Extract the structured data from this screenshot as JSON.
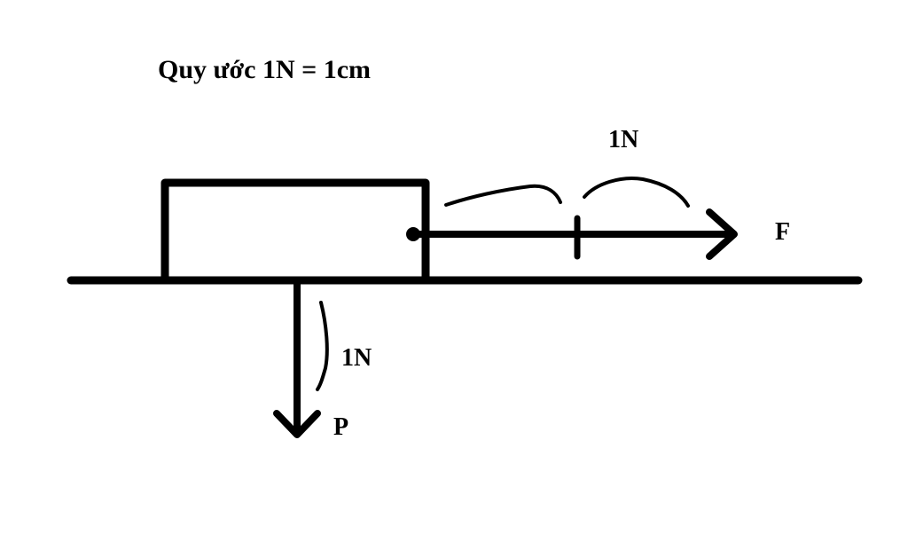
{
  "title": "Quy ước 1N = 1cm",
  "labels": {
    "force_f": "F",
    "force_p": "P",
    "unit_f": "1N",
    "unit_p": "1N"
  },
  "colors": {
    "ink": "#000000",
    "background": "#ffffff"
  },
  "forces": {
    "F": {
      "magnitude_N": 2,
      "direction": "right"
    },
    "P": {
      "magnitude_N": 1,
      "direction": "down"
    }
  }
}
